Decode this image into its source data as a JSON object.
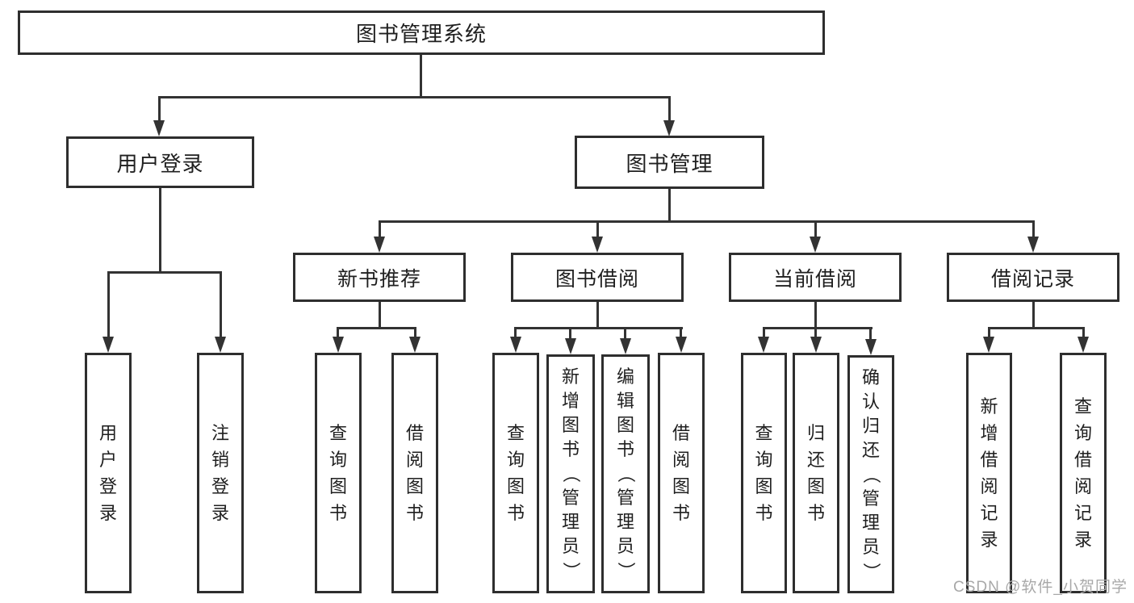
{
  "diagram": {
    "type": "hierarchy-tree",
    "root": {
      "label": "图书管理系统"
    },
    "level2": {
      "user_login": {
        "label": "用户登录"
      },
      "book_management": {
        "label": "图书管理"
      }
    },
    "level3": {
      "new_book_recommend": {
        "label": "新书推荐"
      },
      "book_borrowing": {
        "label": "图书借阅"
      },
      "current_borrowing": {
        "label": "当前借阅"
      },
      "borrowing_records": {
        "label": "借阅记录"
      }
    },
    "leaves": {
      "user_login": {
        "label": "用户登录"
      },
      "logout": {
        "label": "注销登录"
      },
      "recommend_query_book": {
        "label": "查询图书"
      },
      "recommend_borrow_book": {
        "label": "借阅图书"
      },
      "borrowing_query_book": {
        "label": "查询图书"
      },
      "borrowing_add_book": {
        "label": "新增图书（管理员）"
      },
      "borrowing_edit_book": {
        "label": "编辑图书（管理员）"
      },
      "borrowing_borrow_book": {
        "label": "借阅图书"
      },
      "current_query_book": {
        "label": "查询图书"
      },
      "current_return_book": {
        "label": "归还图书"
      },
      "current_confirm_return": {
        "label": "确认归还（管理员）"
      },
      "records_add_record": {
        "label": "新增借阅记录"
      },
      "records_query_record": {
        "label": "查询借阅记录"
      }
    },
    "colors": {
      "box_border": "#2e2e2e",
      "connector": "#333333",
      "text": "#1f1f1f",
      "background": "#ffffff",
      "watermark_text": "#a8a8a8"
    }
  },
  "watermark": {
    "label": "CSDN @软件_小贺同学"
  }
}
